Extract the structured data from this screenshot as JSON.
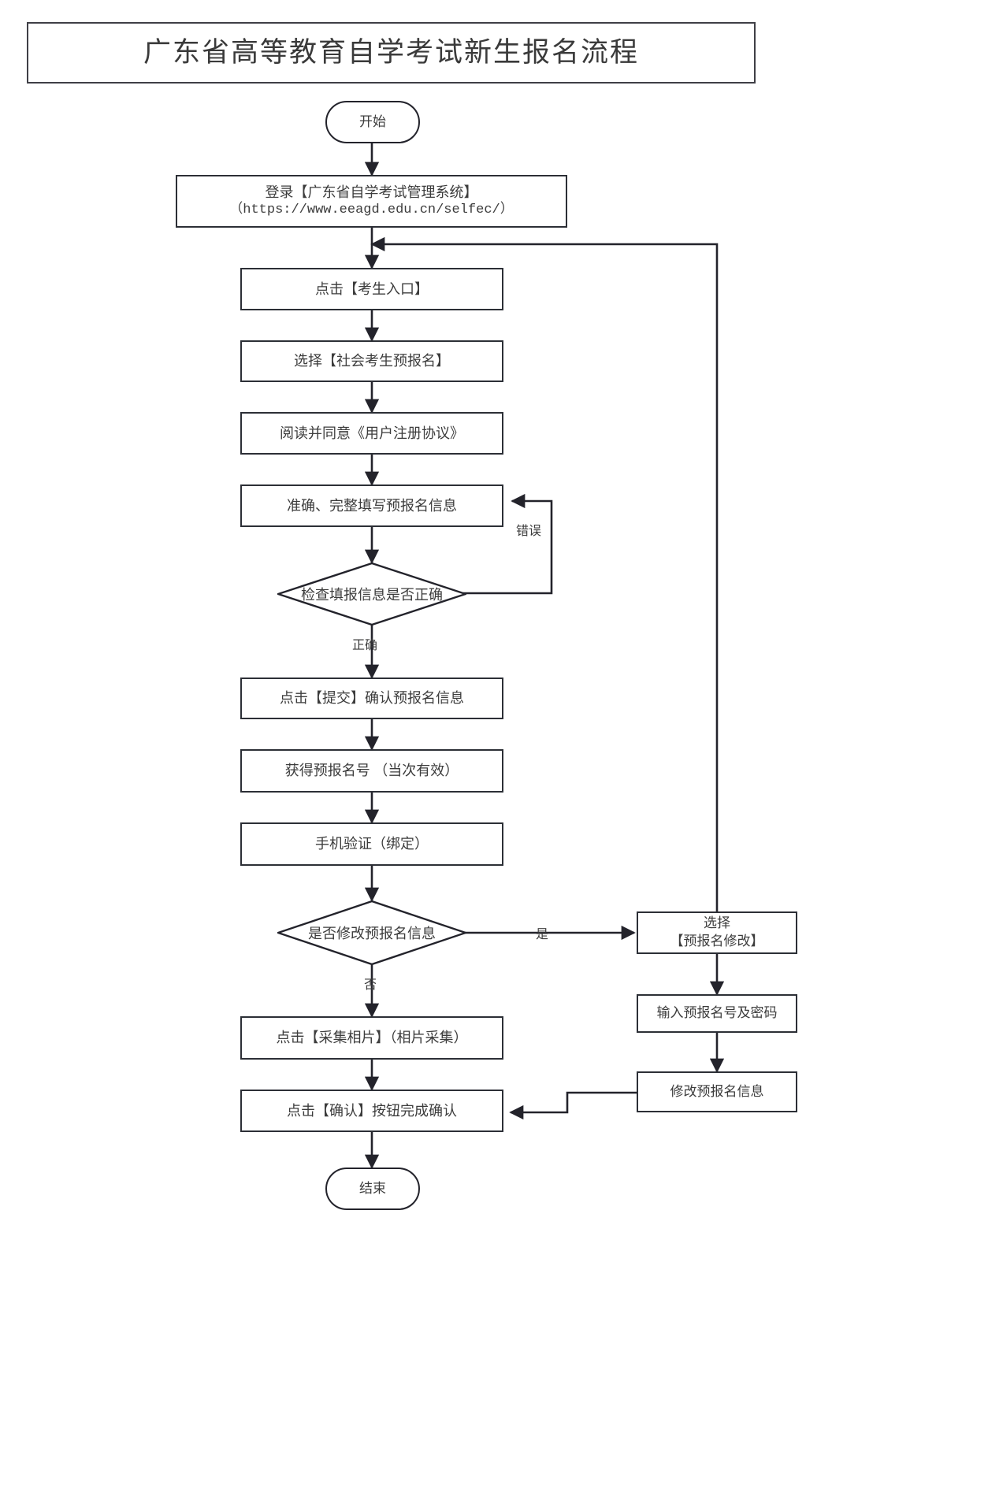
{
  "title": {
    "text": "广东省高等教育自学考试新生报名流程"
  },
  "nodes": {
    "start": "开始",
    "login_line1": "登录【广东省自学考试管理系统】",
    "login_line2": "（https://www.eeagd.edu.cn/selfec/）",
    "step_entry": "点击【考生入口】",
    "step_select": "选择【社会考生预报名】",
    "step_agree": "阅读并同意《用户注册协议》",
    "step_fill": "准确、完整填写预报名信息",
    "decision_check": "检查填报信息是否正确",
    "step_submit": "点击【提交】确认预报名信息",
    "step_getnum": "获得预报名号 （当次有效）",
    "step_phone": "手机验证（绑定）",
    "decision_modify": "是否修改预报名信息",
    "step_photo": "点击【采集相片】（相片采集）",
    "step_confirm": "点击【确认】按钮完成确认",
    "end": "结束",
    "branch_select_line1": "选择",
    "branch_select_line2": "【预报名修改】",
    "branch_input": "输入预报名号及密码",
    "branch_edit": "修改预报名信息"
  },
  "edge_labels": {
    "error": "错误",
    "correct": "正确",
    "yes": "是",
    "no": "否"
  },
  "colors": {
    "stroke": "#2c2f36",
    "title_stroke": "#3f3f46",
    "text": "#3c3c3c",
    "background": "#ffffff"
  }
}
